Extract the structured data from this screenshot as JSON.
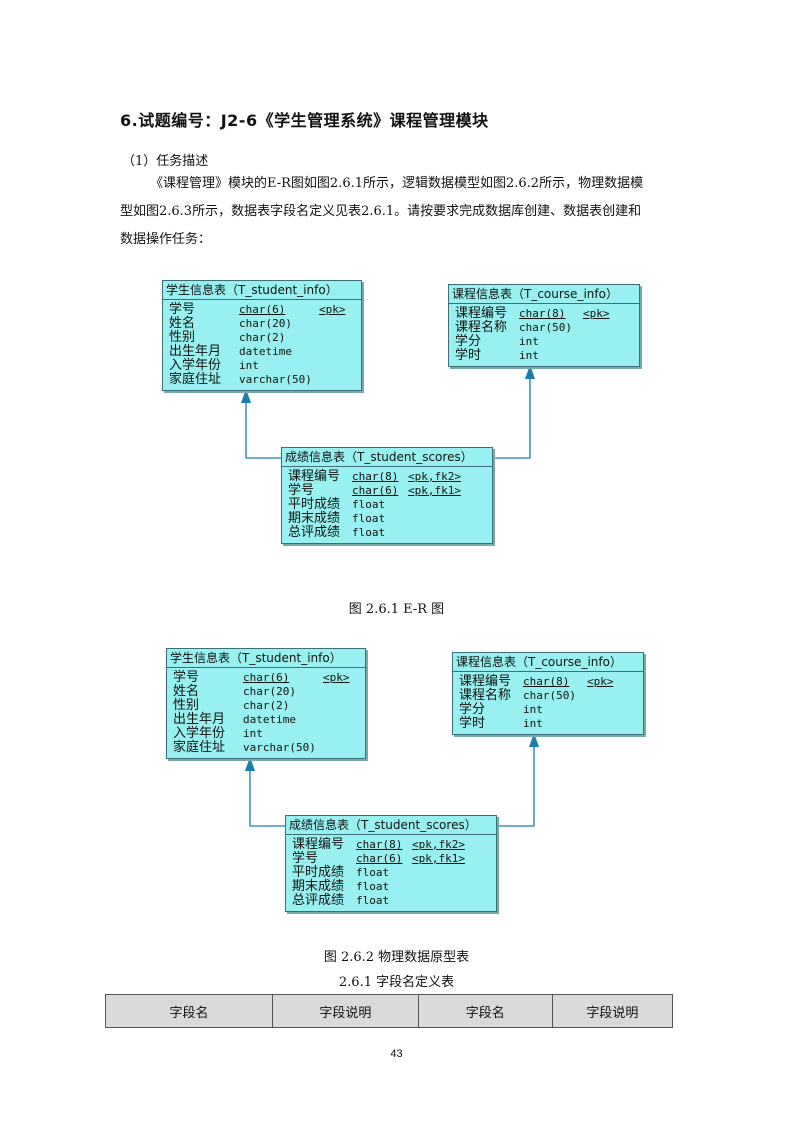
{
  "heading": "6.试题编号：J2-6《学生管理系统》课程管理模块",
  "subheading": "（1）任务描述",
  "paragraph_lines": [
    "《课程管理》模块的E-R图如图2.6.1所示，逻辑数据模型如图2.6.2所示，物理数据模",
    "型如图2.6.3所示，数据表字段名定义见表2.6.1。请按要求完成数据库创建、数据表创建和",
    "数据操作任务："
  ],
  "diagrams": [
    {
      "caption": "图 2.6.1 E-R 图",
      "student": {
        "title": "学生信息表（T_student_info）",
        "fields": [
          {
            "name": "学号",
            "type": "char(6)",
            "key": "<pk>"
          },
          {
            "name": "姓名",
            "type": "char(20)",
            "key": ""
          },
          {
            "name": "性别",
            "type": "char(2)",
            "key": ""
          },
          {
            "name": "出生年月",
            "type": "datetime",
            "key": ""
          },
          {
            "name": "入学年份",
            "type": "int",
            "key": ""
          },
          {
            "name": "家庭住址",
            "type": "varchar(50)",
            "key": ""
          }
        ]
      },
      "course": {
        "title": "课程信息表（T_course_info）",
        "fields": [
          {
            "name": "课程编号",
            "type": "char(8)",
            "key": "<pk>"
          },
          {
            "name": "课程名称",
            "type": "char(50)",
            "key": ""
          },
          {
            "name": "学分",
            "type": "int",
            "key": ""
          },
          {
            "name": "学时",
            "type": "int",
            "key": ""
          }
        ]
      },
      "scores": {
        "title": "成绩信息表（T_student_scores）",
        "fields": [
          {
            "name": "课程编号",
            "type": "char(8)",
            "key": "<pk,fk2>"
          },
          {
            "name": "学号",
            "type": "char(6)",
            "key": "<pk,fk1>"
          },
          {
            "name": "平时成绩",
            "type": "float",
            "key": ""
          },
          {
            "name": "期末成绩",
            "type": "float",
            "key": ""
          },
          {
            "name": "总评成绩",
            "type": "float",
            "key": ""
          }
        ]
      }
    },
    {
      "caption": "图 2.6.2 物理数据原型表",
      "student": {
        "title": "学生信息表（T_student_info）",
        "fields": [
          {
            "name": "学号",
            "type": "char(6)",
            "key": "<pk>"
          },
          {
            "name": "姓名",
            "type": "char(20)",
            "key": ""
          },
          {
            "name": "性别",
            "type": "char(2)",
            "key": ""
          },
          {
            "name": "出生年月",
            "type": "datetime",
            "key": ""
          },
          {
            "name": "入学年份",
            "type": "int",
            "key": ""
          },
          {
            "name": "家庭住址",
            "type": "varchar(50)",
            "key": ""
          }
        ]
      },
      "course": {
        "title": "课程信息表（T_course_info）",
        "fields": [
          {
            "name": "课程编号",
            "type": "char(8)",
            "key": "<pk>"
          },
          {
            "name": "课程名称",
            "type": "char(50)",
            "key": ""
          },
          {
            "name": "学分",
            "type": "int",
            "key": ""
          },
          {
            "name": "学时",
            "type": "int",
            "key": ""
          }
        ]
      },
      "scores": {
        "title": "成绩信息表（T_student_scores）",
        "fields": [
          {
            "name": "课程编号",
            "type": "char(8)",
            "key": "<pk,fk2>"
          },
          {
            "name": "学号",
            "type": "char(6)",
            "key": "<pk,fk1>"
          },
          {
            "name": "平时成绩",
            "type": "float",
            "key": ""
          },
          {
            "name": "期末成绩",
            "type": "float",
            "key": ""
          },
          {
            "name": "总评成绩",
            "type": "float",
            "key": ""
          }
        ]
      }
    }
  ],
  "table_caption": "2.6.1 字段名定义表",
  "table_headers": [
    "字段名",
    "字段说明",
    "字段名",
    "字段说明"
  ],
  "page_number": "43",
  "colors": {
    "entity_fill": "#98f0f0",
    "entity_border": "#3d6f78",
    "connector": "#1a7fa8"
  }
}
